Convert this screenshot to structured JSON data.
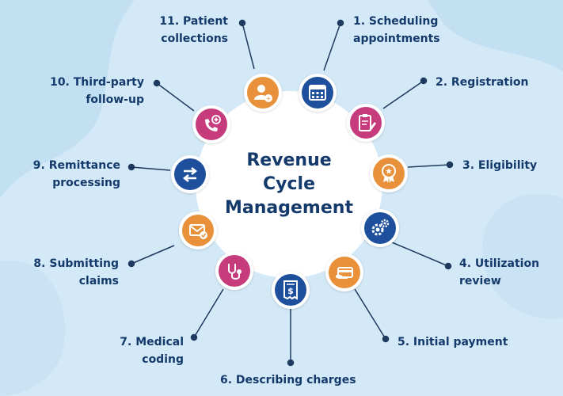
{
  "center_title": "Revenue\nCycle\nManagement",
  "steps": [
    "1. Scheduling\nappointments",
    "2. Registration",
    "3. Eligibility",
    "4. Utilization\nreview",
    "5. Initial payment",
    "6. Describing charges",
    "7. Medical\ncoding",
    "8. Submitting\nclaims",
    "9. Remittance\nprocessing",
    "10. Third-party\nfollow-up",
    "11. Patient\ncollections"
  ],
  "icons": [
    "calendar-icon",
    "clipboard-icon",
    "award-icon",
    "gears-icon",
    "payment-card-icon",
    "receipt-dollar-icon",
    "stethoscope-icon",
    "envelope-check-icon",
    "exchange-arrows-icon",
    "phone-plus-icon",
    "user-plus-icon"
  ],
  "colors": {
    "background": "#d4e9f7",
    "navy": "#1d4f9c",
    "magenta": "#c63b7c",
    "orange": "#e8913a",
    "text": "#143a6b"
  }
}
